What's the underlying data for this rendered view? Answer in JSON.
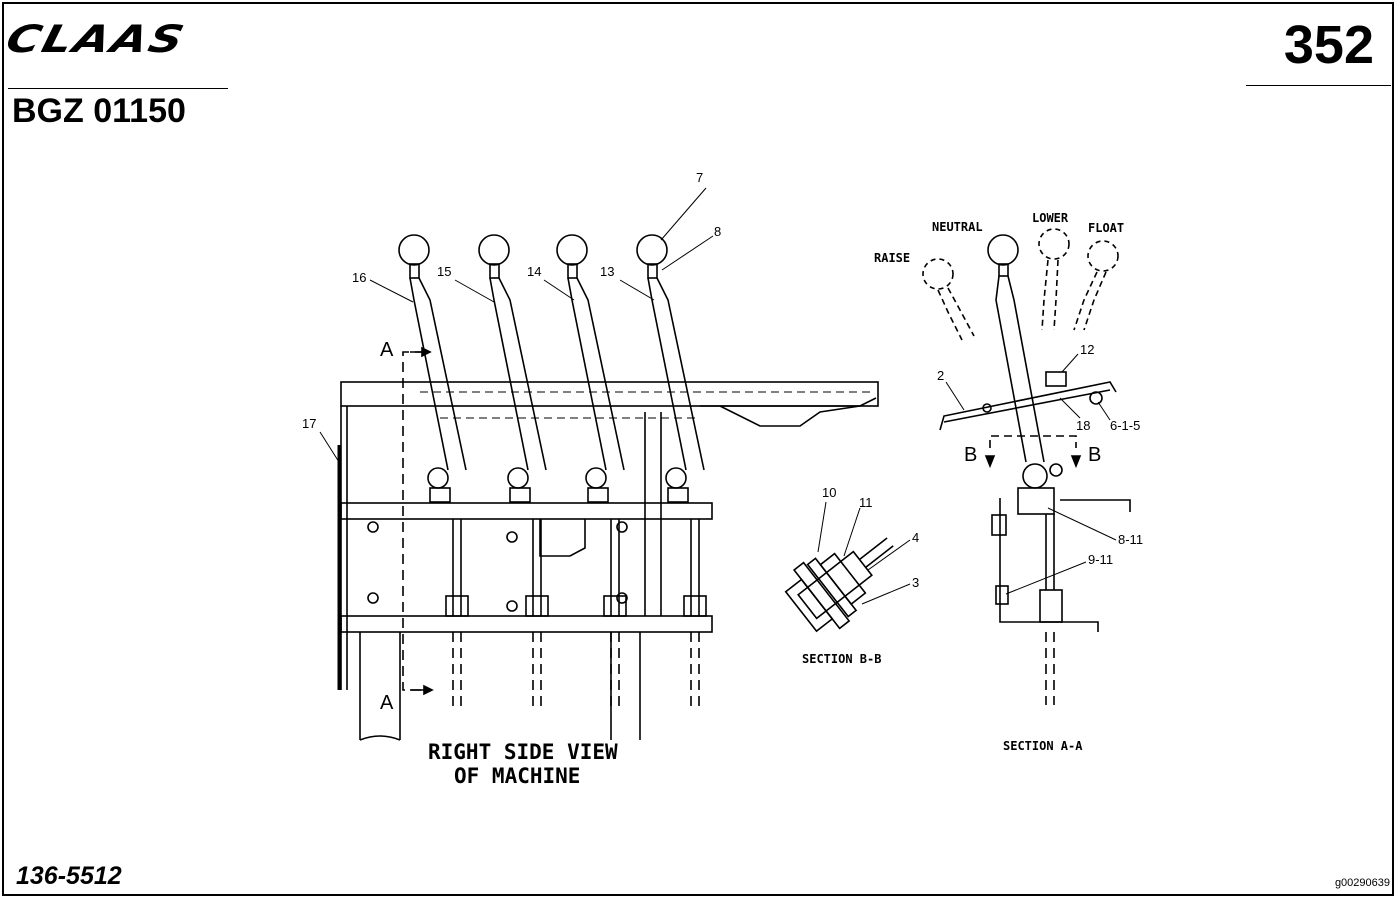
{
  "header": {
    "brand": "CLAAS",
    "page_number": "352",
    "doc_code": "BGZ 01150"
  },
  "footer": {
    "part_number": "136-5512",
    "image_id": "g00290639"
  },
  "side_view": {
    "callouts": {
      "c7": "7",
      "c8": "8",
      "c13": "13",
      "c14": "14",
      "c15": "15",
      "c16": "16",
      "c17": "17"
    },
    "section_marker_top": "A",
    "section_marker_bottom": "A",
    "caption_line1": "RIGHT SIDE VIEW",
    "caption_line2": "OF MACHINE"
  },
  "section_bb": {
    "callouts": {
      "c10": "10",
      "c11": "11",
      "c4": "4",
      "c3": "3"
    },
    "caption": "SECTION B-B"
  },
  "section_aa": {
    "positions": {
      "neutral": "NEUTRAL",
      "lower": "LOWER",
      "float": "FLOAT",
      "raise": "RAISE"
    },
    "callouts": {
      "c12": "12",
      "c2": "2",
      "c18": "18",
      "c6_1_5": "6-1-5",
      "c8_11": "8-11",
      "c9_11": "9-11"
    },
    "marker_left": "B",
    "marker_right": "B",
    "caption": "SECTION A-A"
  }
}
